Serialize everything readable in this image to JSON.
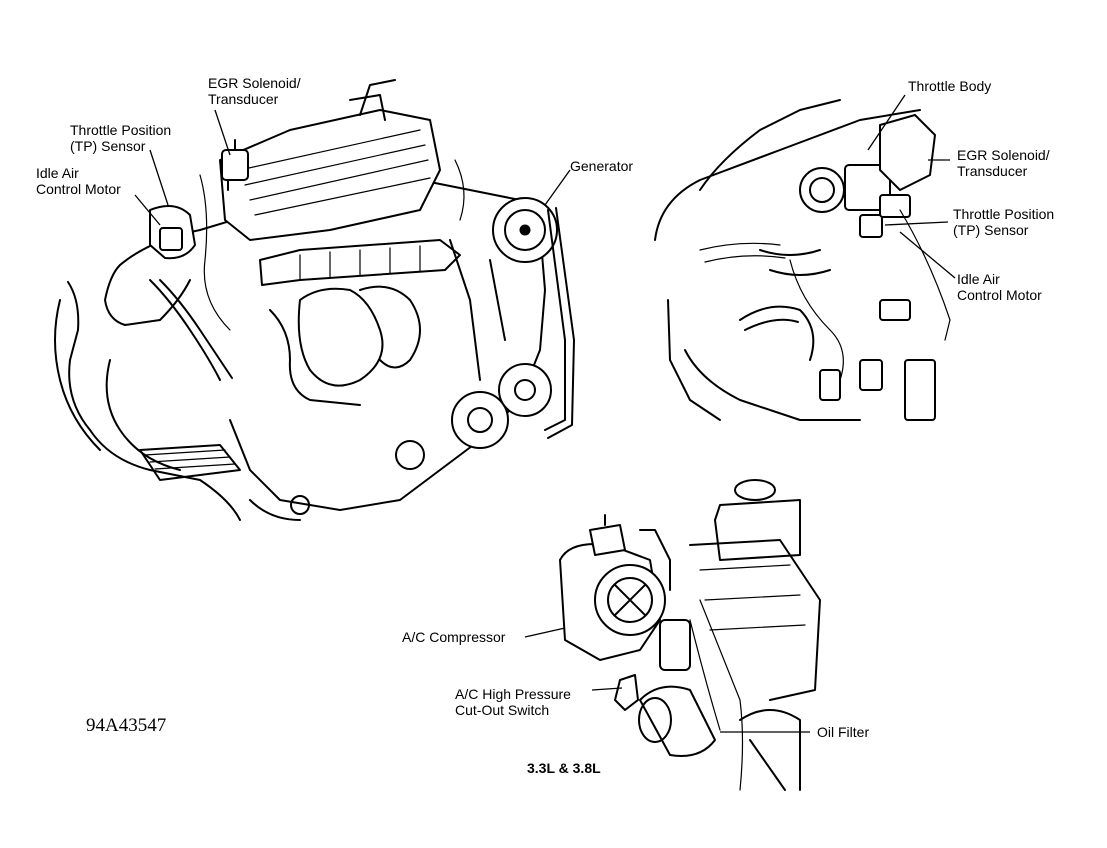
{
  "main_view": {
    "labels": {
      "egr_solenoid": [
        "EGR Solenoid/",
        "Transducer"
      ],
      "throttle_position": [
        "Throttle Position",
        "(TP) Sensor"
      ],
      "idle_air": [
        "Idle Air",
        "Control Motor"
      ],
      "generator": [
        "Generator"
      ]
    }
  },
  "inset_view": {
    "labels": {
      "throttle_body": [
        "Throttle Body"
      ],
      "egr_solenoid": [
        "EGR Solenoid/",
        "Transducer"
      ],
      "throttle_position": [
        "Throttle Position",
        "(TP) Sensor"
      ],
      "idle_air": [
        "Idle Air",
        "Control Motor"
      ]
    }
  },
  "ac_view": {
    "labels": {
      "ac_compressor": [
        "A/C Compressor"
      ],
      "ac_switch": [
        "A/C High Pressure",
        "Cut-Out Switch"
      ],
      "oil_filter": [
        "Oil Filter"
      ]
    },
    "caption": "3.3L & 3.8L"
  },
  "figure_number": "94A43547"
}
